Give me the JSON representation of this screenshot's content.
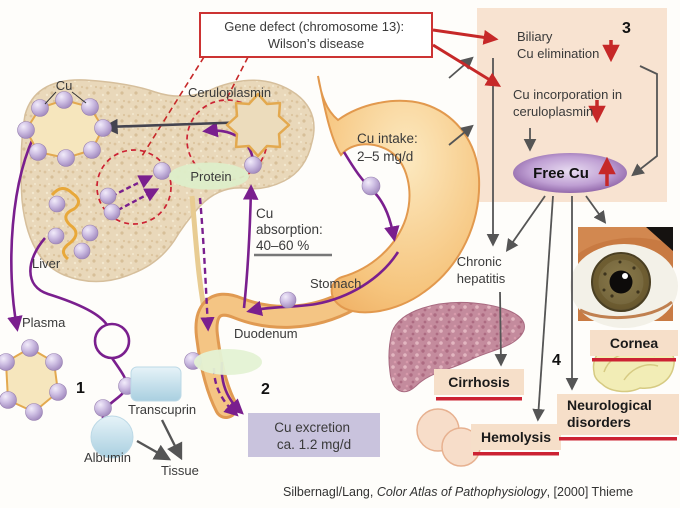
{
  "title_box": {
    "line1": "Gene defect (chromosome 13):",
    "line2": "Wilson’s disease"
  },
  "liver_region": {
    "liver": "Liver",
    "cu": "Cu",
    "ceruloplasmin": "Ceruloplasmin",
    "protein": "Protein",
    "plasma": "Plasma"
  },
  "gi_tract": {
    "stomach": "Stomach",
    "duodenum": "Duodenum",
    "intake1": "Cu intake:",
    "intake2": "2–5 mg/d",
    "absorption1": "Cu",
    "absorption2": "absorption:",
    "absorption3": "40–60 %",
    "excretion1": "Cu excretion",
    "excretion2": "ca. 1.2 mg/d"
  },
  "plasma_transport": {
    "transcuprin": "Transcuprin",
    "albumin": "Albumin",
    "tissue": "Tissue"
  },
  "right_panel": {
    "biliary1": "Biliary",
    "biliary2": "Cu elimination",
    "incorp1": "Cu incorporation in",
    "incorp2": "ceruloplasmin",
    "free_cu": "Free Cu"
  },
  "outcomes": {
    "chronic1": "Chronic",
    "chronic2": "hepatitis",
    "cirrhosis": "Cirrhosis",
    "hemolysis": "Hemolysis",
    "cornea": "Cornea",
    "neuro1": "Neurological",
    "neuro2": "disorders"
  },
  "steps": {
    "s1": "1",
    "s2": "2",
    "s3": "3",
    "s4": "4"
  },
  "caption": {
    "part1": "Silbernagl/Lang, ",
    "part2_italic": "Color Atlas of Pathophysiology",
    "part3": ", [2000] Thieme"
  },
  "colors": {
    "defect_red": "#c62828",
    "copper_purple": "#7a1f8e",
    "panel_peach": "#f8e3d1",
    "excretion_lavender": "#c9c3dd",
    "outcome_box": "#f6dfc9",
    "underline_red": "#cc2233"
  }
}
